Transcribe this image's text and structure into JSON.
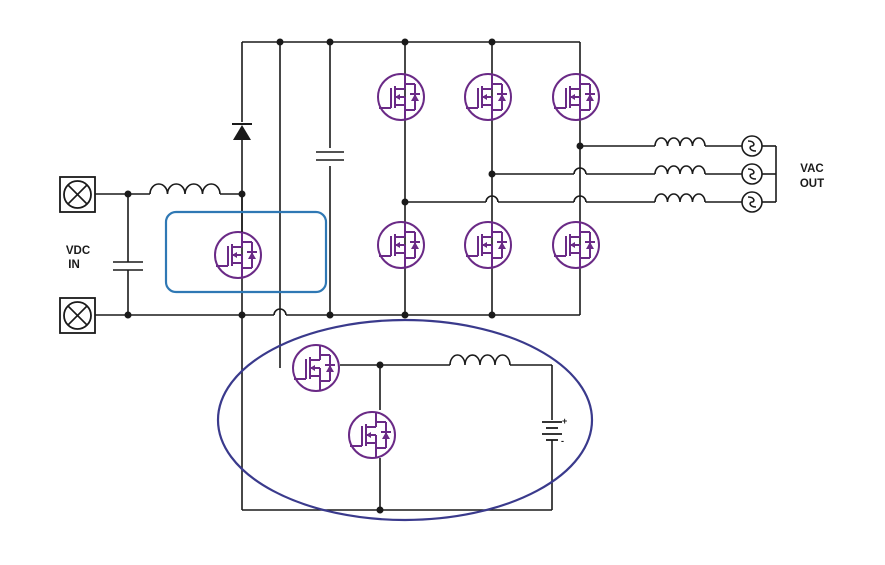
{
  "labels": {
    "vdc_in_line1": "VDC",
    "vdc_in_line2": "IN",
    "vac_out_line1": "VAC",
    "vac_out_line2": "OUT",
    "battery_plus": "+",
    "battery_minus": "-"
  },
  "colors": {
    "wire": "#1a1a1a",
    "transistor": "#6a2a86",
    "boost_highlight": "#2f78b4",
    "charger_highlight": "#3a3a8c"
  }
}
